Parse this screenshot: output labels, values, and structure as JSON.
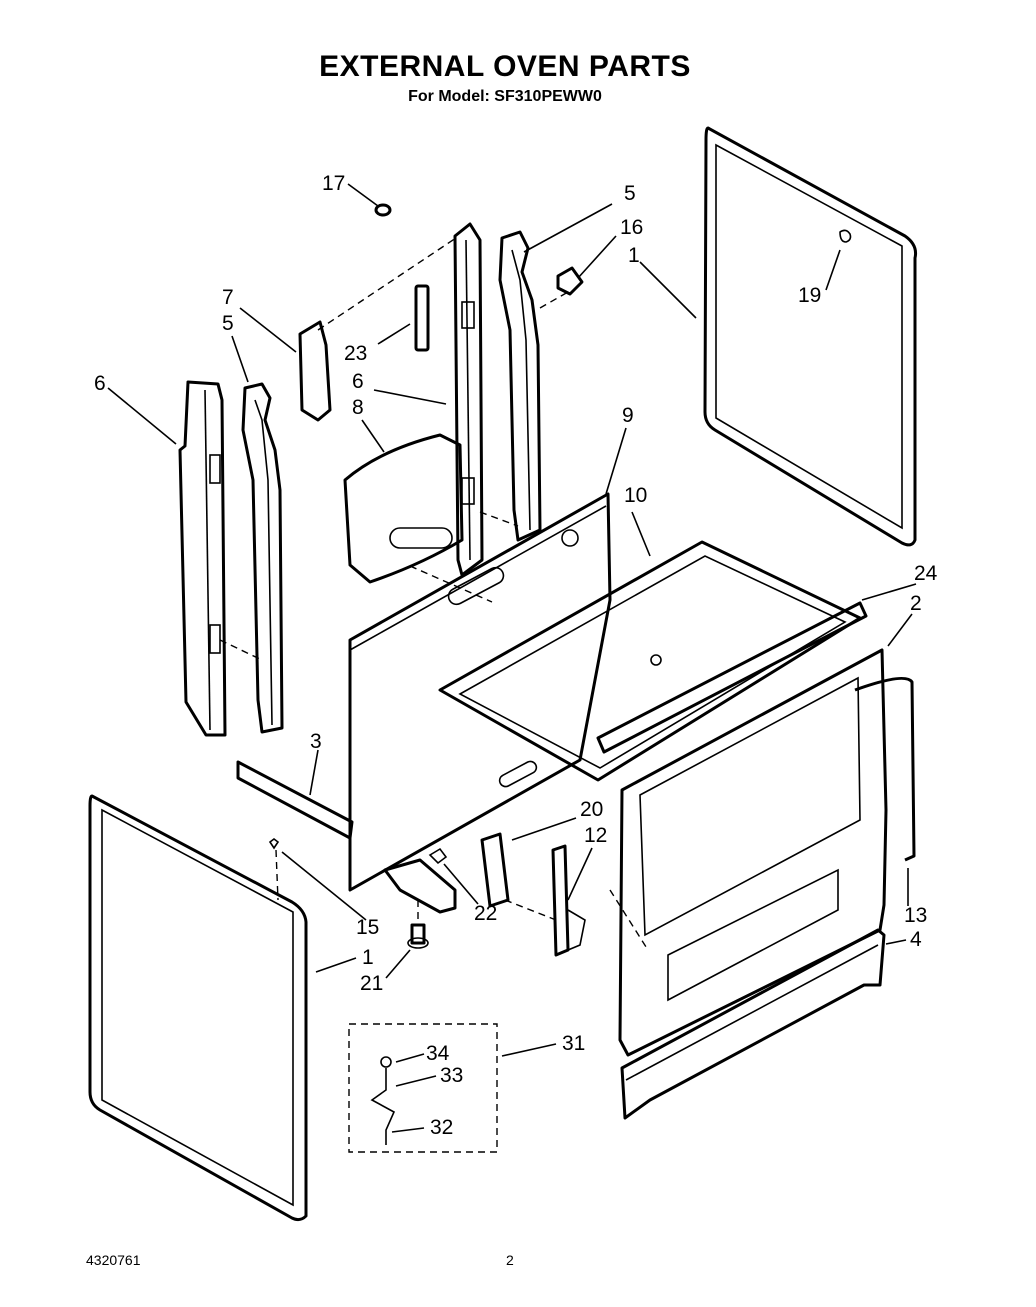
{
  "header": {
    "title": "EXTERNAL OVEN PARTS",
    "subtitle": "For Model: SF310PEWW0"
  },
  "footer": {
    "doc_number": "4320761",
    "page_number": "2"
  },
  "callouts": {
    "c1a": "1",
    "c1b": "1",
    "c2": "2",
    "c3": "3",
    "c4": "4",
    "c5a": "5",
    "c5b": "5",
    "c6a": "6",
    "c6b": "6",
    "c7": "7",
    "c8": "8",
    "c9": "9",
    "c10": "10",
    "c12": "12",
    "c13": "13",
    "c15": "15",
    "c16": "16",
    "c17": "17",
    "c19": "19",
    "c20": "20",
    "c21": "21",
    "c22": "22",
    "c23": "23",
    "c24": "24",
    "c31": "31",
    "c32": "32",
    "c33": "33",
    "c34": "34"
  }
}
